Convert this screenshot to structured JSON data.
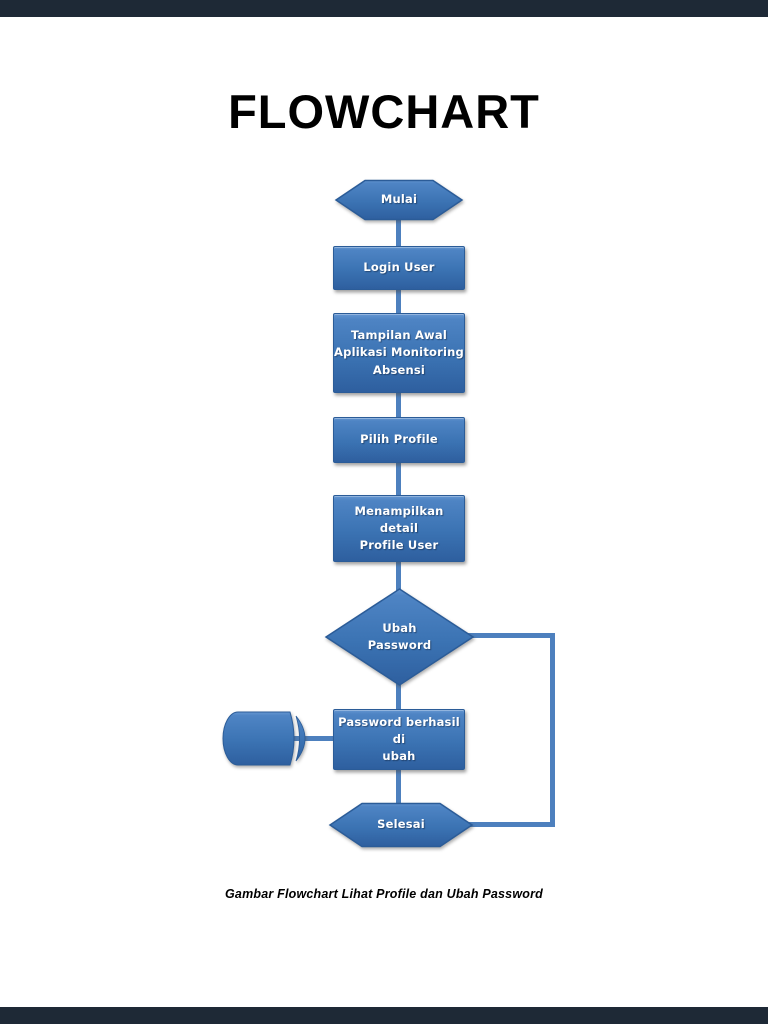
{
  "page": {
    "title": "FLOWCHART",
    "caption": "Gambar Flowchart Lihat Profile dan Ubah Password"
  },
  "colors": {
    "shape_gradient_top": "#5a8ecb",
    "shape_gradient_bottom": "#2e5f9f",
    "shape_border": "#2b5c98",
    "connector": "#4d80be",
    "shape_text": "#ffffff",
    "title_text": "#000000",
    "page_background": "#ffffff",
    "viewer_bar": "#1e2936"
  },
  "flowchart": {
    "nodes": [
      {
        "id": "mulai",
        "type": "terminator-hexagon",
        "label": "Mulai"
      },
      {
        "id": "login",
        "type": "process-rectangle",
        "label": "Login User"
      },
      {
        "id": "tampilan",
        "type": "process-rectangle",
        "label": "Tampilan Awal\nAplikasi Monitoring\nAbsensi"
      },
      {
        "id": "pilih",
        "type": "process-rectangle",
        "label": "Pilih Profile"
      },
      {
        "id": "detail",
        "type": "process-rectangle",
        "label": "Menampilkan detail\nProfile User"
      },
      {
        "id": "ubah",
        "type": "decision-diamond",
        "label": "Ubah\nPassword"
      },
      {
        "id": "berhasil",
        "type": "process-rectangle",
        "label": "Password berhasil di\nubah"
      },
      {
        "id": "storage",
        "type": "direct-access-storage",
        "label": ""
      },
      {
        "id": "selesai",
        "type": "terminator-hexagon",
        "label": "Selesai"
      }
    ]
  }
}
